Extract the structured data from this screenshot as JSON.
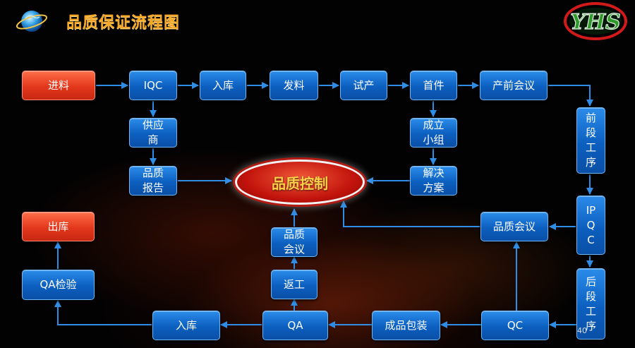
{
  "title": "品质保证流程图",
  "logo_text": "YHS",
  "center_label": "品质控制",
  "page_number": "40",
  "colors": {
    "box_blue": "#0c5fbf",
    "box_red": "#e3371c",
    "arrow": "#2f8de6",
    "title": "#f5a627",
    "center_text": "#ffd24a"
  },
  "nodes": {
    "jinliao": "进料",
    "iqc": "IQC",
    "ruku1": "入库",
    "faliao": "发料",
    "shichan": "试产",
    "shoujian": "首件",
    "chanqian": "产前会议",
    "gongyingshang": [
      "供应",
      "商"
    ],
    "pinzhibaogao": [
      "品质",
      "报告"
    ],
    "chenglixiaozu": [
      "成立",
      "小组"
    ],
    "jiejuefangan": [
      "解决",
      "方案"
    ],
    "qianduan": [
      "前",
      "段",
      "工",
      "序"
    ],
    "ipqc": [
      "IP",
      "Q",
      "C"
    ],
    "houduan": [
      "后",
      "段",
      "工",
      "序"
    ],
    "pinzhihuiyi_right": "品质会议",
    "chuku": "出库",
    "qajianyan": "QA检验",
    "pinzhihuiyi_mid": [
      "品质",
      "会议"
    ],
    "fangong": "返工",
    "ruku2": "入库",
    "qa": "QA",
    "chengpinbaozhuang": "成品包装",
    "qc": "QC"
  }
}
